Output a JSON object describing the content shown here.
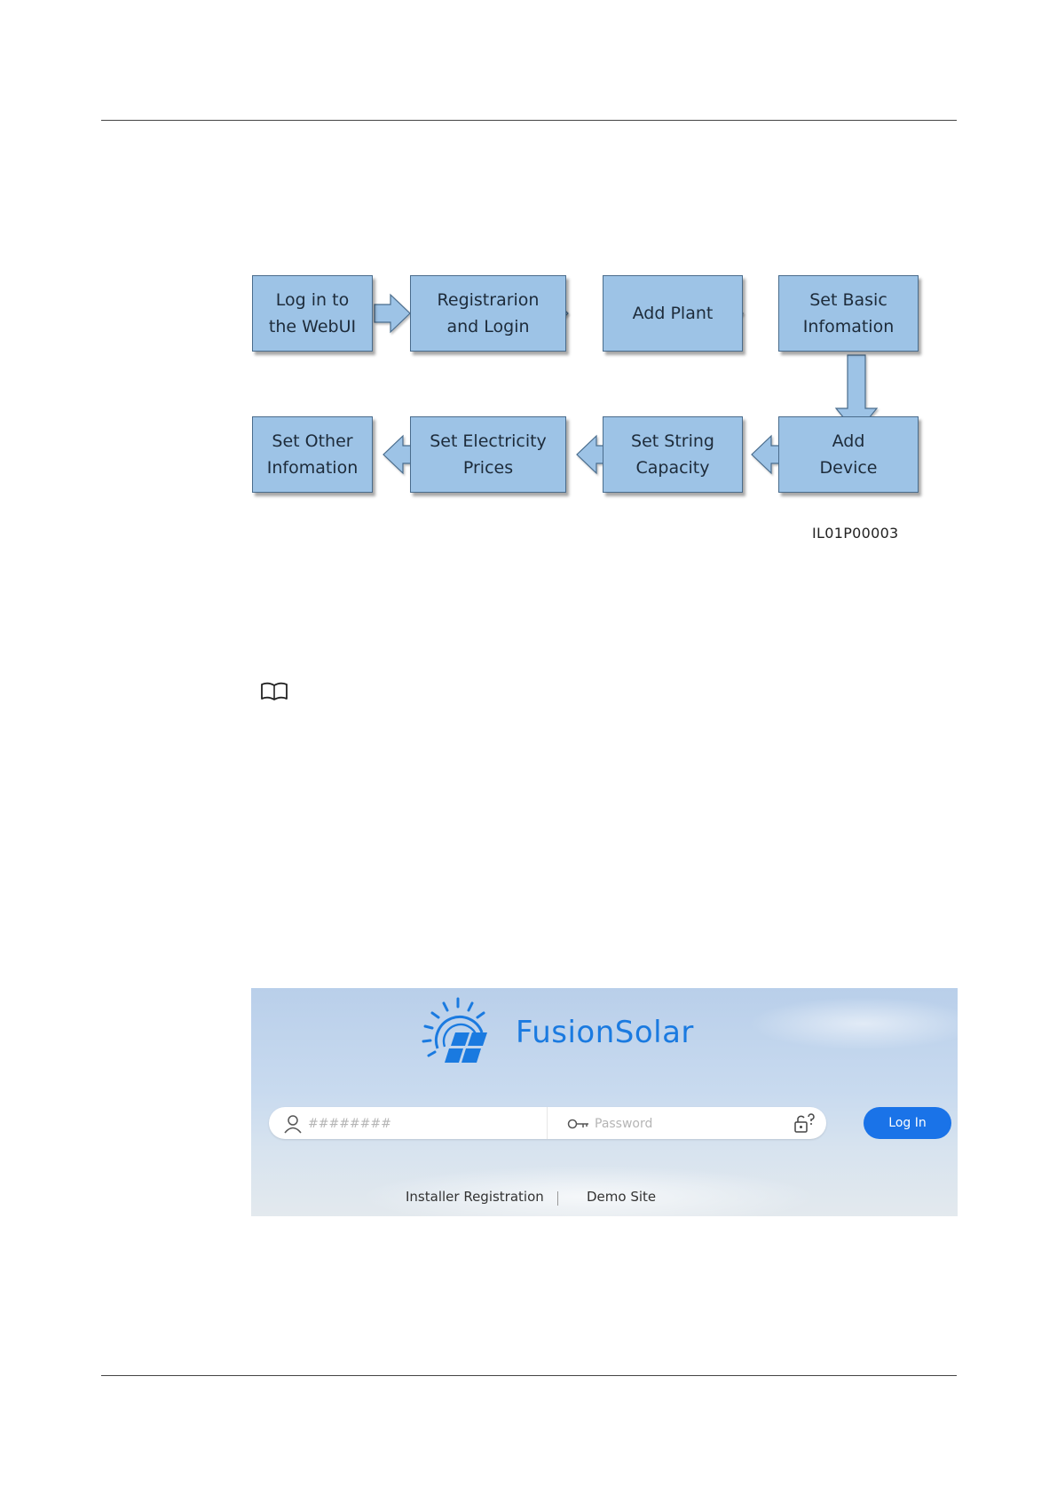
{
  "flowchart": {
    "steps": [
      "Log in to\nthe WebUI",
      "Registrarion\nand Login",
      "Add Plant",
      "Set Basic\nInfomation",
      "Add\nDevice",
      "Set String\nCapacity",
      "Set Electricity\nPrices",
      "Set Other\nInfomation"
    ],
    "figure_id": "IL01P00003",
    "box_fill": "#9dc3e6",
    "arrow_fill": "#9dc3e6"
  },
  "note": {
    "icon": "book-icon"
  },
  "login_screen": {
    "brand": "FusionSolar",
    "brand_color": "#1a7ae0",
    "username_placeholder": "########",
    "password_placeholder": "Password",
    "login_label": "Log In",
    "button_color": "#1a73e8",
    "installer_registration": "Installer Registration",
    "demo_site": "Demo Site"
  }
}
